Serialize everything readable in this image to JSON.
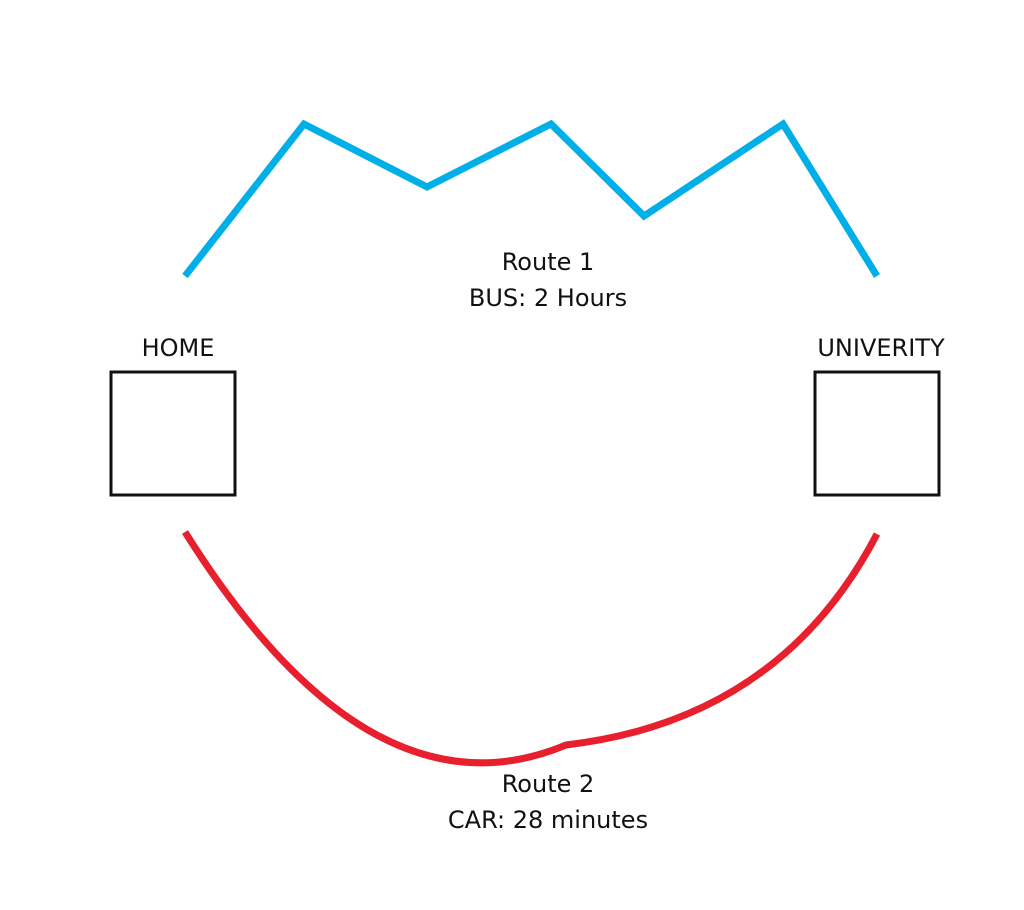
{
  "nodes": {
    "home": {
      "label": "HOME"
    },
    "university": {
      "label": "UNIVERITY"
    }
  },
  "routes": {
    "route1": {
      "title": "Route 1",
      "detail": "BUS: 2 Hours",
      "color": "#00aee8"
    },
    "route2": {
      "title": "Route 2",
      "detail": "CAR: 28 minutes",
      "color": "#e8202e"
    }
  }
}
